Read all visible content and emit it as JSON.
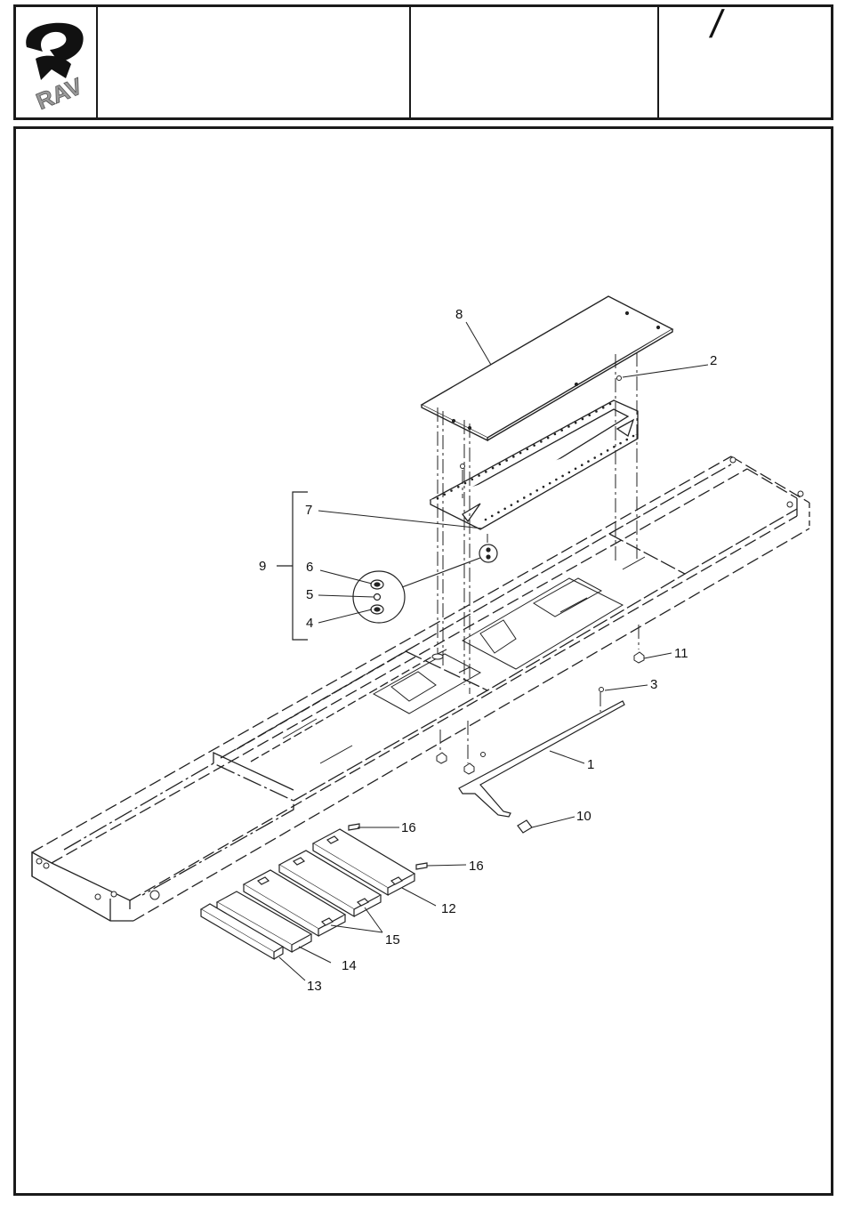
{
  "logo": {
    "text": "RAV"
  },
  "header": {
    "slash_glyph": "/"
  },
  "callouts": {
    "c1": "1",
    "c2": "2",
    "c3": "3",
    "c4": "4",
    "c5": "5",
    "c6": "6",
    "c7": "7",
    "c8": "8",
    "c9": "9",
    "c10": "10",
    "c11": "11",
    "c12": "12",
    "c13": "13",
    "c14": "14",
    "c15": "15",
    "c16a": "16",
    "c16b": "16"
  }
}
